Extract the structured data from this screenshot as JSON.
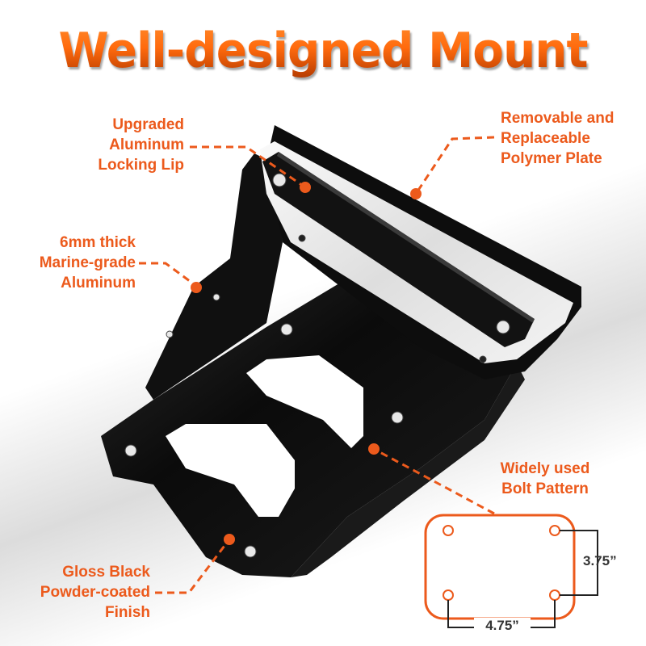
{
  "title": "Well-designed Mount",
  "colors": {
    "accent": "#ec5a1c",
    "mount": "#0b0b0b",
    "polymer_plate": "#e9e9e9",
    "dimension_lines": "#222222"
  },
  "callouts": {
    "locking_lip": {
      "lines": [
        "Upgraded",
        "Aluminum",
        "Locking Lip"
      ]
    },
    "polymer_plate": {
      "lines": [
        "Removable and",
        "Replaceable",
        "Polymer Plate"
      ]
    },
    "aluminum": {
      "lines": [
        "6mm thick",
        "Marine-grade",
        "Aluminum"
      ]
    },
    "bolt_pattern": {
      "lines": [
        "Widely used",
        "Bolt Pattern"
      ]
    },
    "finish": {
      "lines": [
        "Gloss Black",
        "Powder-coated",
        "Finish"
      ]
    }
  },
  "bolt_diagram": {
    "height_label": "3.75”",
    "width_label": "4.75”"
  }
}
